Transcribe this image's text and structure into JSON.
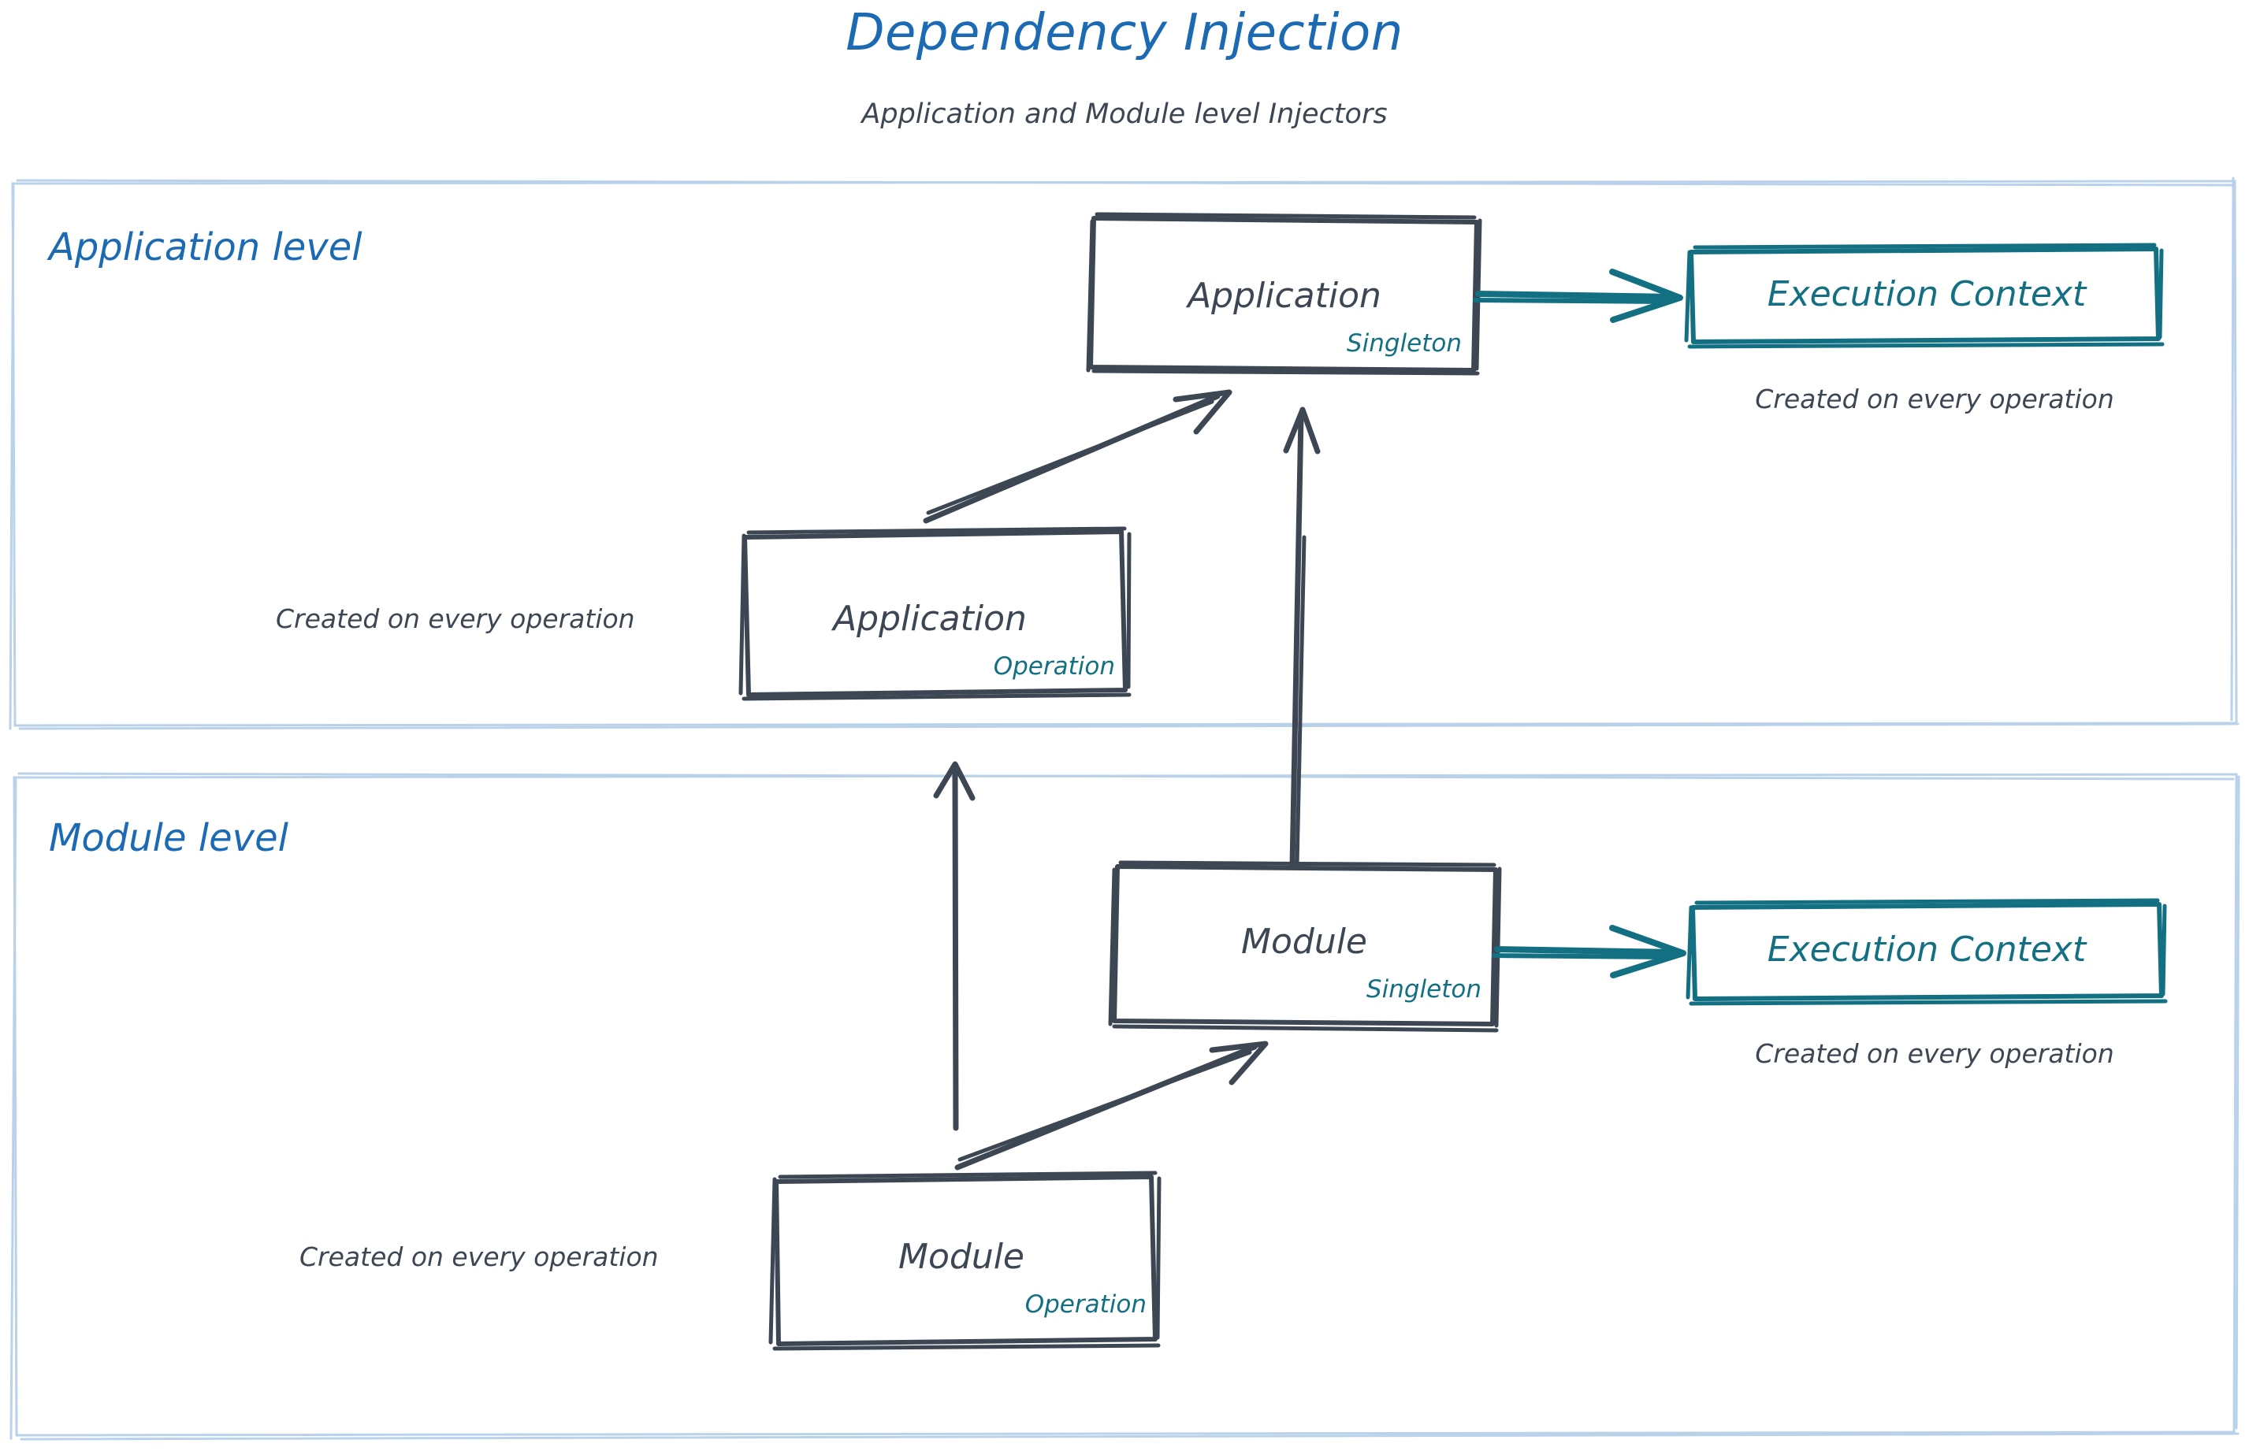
{
  "header": {
    "title": "Dependency Injection",
    "subtitle": "Application and Module level Injectors"
  },
  "colors": {
    "title_blue": "#1b6ab3",
    "group_border": "#b9d2ea",
    "node_stroke": "#3d4753",
    "accent_teal": "#137083",
    "text_dark": "#3d4753",
    "background": "#ffffff"
  },
  "groups": [
    {
      "id": "application-level",
      "label": "Application level"
    },
    {
      "id": "module-level",
      "label": "Module level"
    }
  ],
  "nodes": {
    "application_singleton": {
      "title": "Application",
      "scope": "Singleton"
    },
    "application_operation": {
      "title": "Application",
      "scope": "Operation"
    },
    "module_singleton": {
      "title": "Module",
      "scope": "Singleton"
    },
    "module_operation": {
      "title": "Module",
      "scope": "Operation"
    },
    "execution_context_application": {
      "title": "Execution Context"
    },
    "execution_context_module": {
      "title": "Execution Context"
    }
  },
  "notes": {
    "execution_context_application": "Created on every operation",
    "execution_context_module": "Created on every operation",
    "application_operation": "Created on every operation",
    "module_operation": "Created on every operation"
  },
  "edges": [
    {
      "id": "app-singleton-to-ctx",
      "from": "application_singleton",
      "to": "execution_context_application",
      "style": "teal-arrow"
    },
    {
      "id": "app-operation-to-singleton",
      "from": "application_operation",
      "to": "application_singleton",
      "style": "dark-arrow"
    },
    {
      "id": "module-singleton-to-app-singleton",
      "from": "module_singleton",
      "to": "application_singleton",
      "style": "dark-arrow"
    },
    {
      "id": "module-singleton-to-ctx",
      "from": "module_singleton",
      "to": "execution_context_module",
      "style": "teal-arrow"
    },
    {
      "id": "module-operation-to-singleton",
      "from": "module_operation",
      "to": "module_singleton",
      "style": "dark-arrow"
    },
    {
      "id": "module-operation-to-application-level",
      "from": "module_operation",
      "to": "application-level",
      "style": "dark-arrow"
    }
  ]
}
